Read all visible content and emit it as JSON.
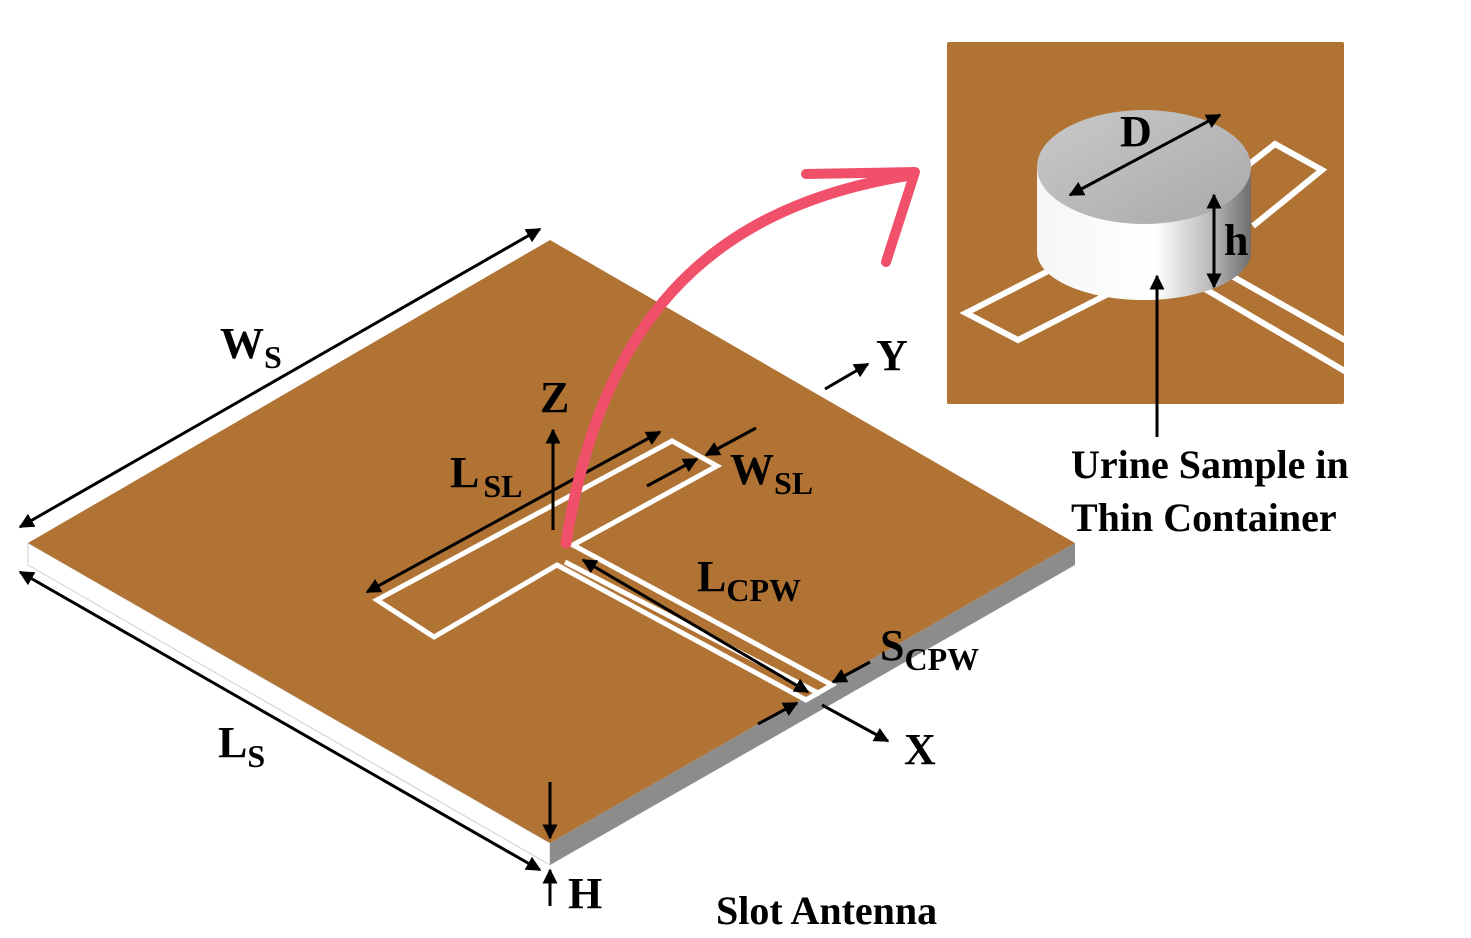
{
  "colors": {
    "substrate_top": "#B07333",
    "substrate_side_light": "#ffffff",
    "substrate_side_dark": "#8c8c8c",
    "slot_outline": "#ffffff",
    "arrow_accent": "#F0506A",
    "ink": "#000000"
  },
  "labels": {
    "ws": {
      "main": "W",
      "sub": "S"
    },
    "ls": {
      "main": "L",
      "sub": "S"
    },
    "lsl": {
      "main": "L",
      "sub": "SL"
    },
    "wsl": {
      "main": "W",
      "sub": "SL"
    },
    "lcpw": {
      "main": "L",
      "sub": "CPW"
    },
    "scpw": {
      "main": "S",
      "sub": "CPW"
    },
    "axis_x": "X",
    "axis_y": "Y",
    "axis_z": "Z",
    "thickness": "H",
    "diameter": "D",
    "height": "h",
    "sample_line1": "Urine Sample in",
    "sample_line2": "Thin Container",
    "caption": "Slot Antenna"
  }
}
